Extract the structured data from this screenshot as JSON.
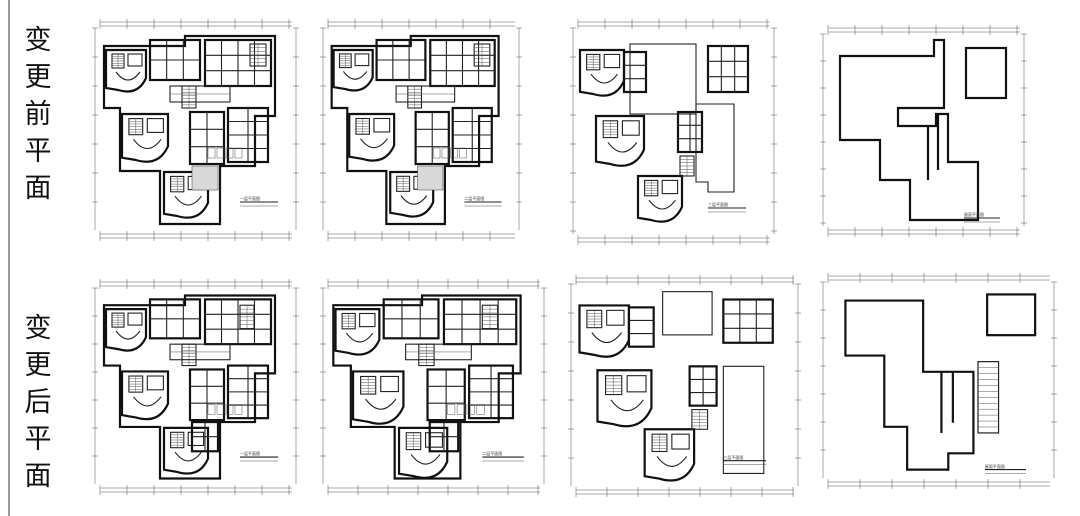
{
  "rows": [
    {
      "id": "before",
      "label_chars": [
        "变",
        "更",
        "前",
        "平",
        "面"
      ],
      "plans": [
        {
          "id": "before-1",
          "title": "一层平面图",
          "subtitle": "",
          "style": "detailed"
        },
        {
          "id": "before-2",
          "title": "二层平面图",
          "subtitle": "",
          "style": "detailed"
        },
        {
          "id": "before-3",
          "title": "三层平面图",
          "subtitle": "",
          "style": "partial"
        },
        {
          "id": "before-4",
          "title": "屋面平面图",
          "subtitle": "",
          "style": "roof"
        }
      ]
    },
    {
      "id": "after",
      "label_chars": [
        "变",
        "更",
        "后",
        "平",
        "面"
      ],
      "plans": [
        {
          "id": "after-1",
          "title": "一层平面图",
          "subtitle": "",
          "style": "detailed"
        },
        {
          "id": "after-2",
          "title": "二层平面图",
          "subtitle": "",
          "style": "detailed"
        },
        {
          "id": "after-3",
          "title": "三层平面图",
          "subtitle": "",
          "style": "partial"
        },
        {
          "id": "after-4",
          "title": "屋面平面图",
          "subtitle": "",
          "style": "roof-after"
        }
      ]
    }
  ],
  "colors": {
    "line": "#222222",
    "rule": "#9a9a9a",
    "background": "#ffffff"
  }
}
